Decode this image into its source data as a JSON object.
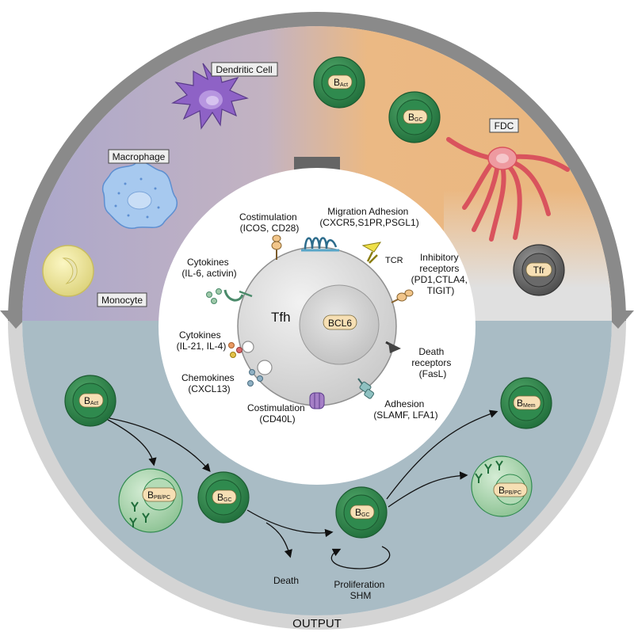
{
  "labels": {
    "dendritic_cell": "Dendritic Cell",
    "macrophage": "Macrophage",
    "monocyte": "Monocyte",
    "fdc": "FDC",
    "tfr": "Tfr",
    "tfh": "Tfh",
    "bcl6": "BCL6",
    "output": "OUTPUT",
    "death": "Death",
    "proliferation": "Proliferation",
    "shm": "SHM",
    "tcr": "TCR"
  },
  "b_cells": {
    "b": "B",
    "act": "Act",
    "gc": "GC",
    "mem": "Mem",
    "pbpc": "PB/PC"
  },
  "receptors": {
    "costim_top": [
      "Costimulation",
      "(ICOS, CD28)"
    ],
    "migration": [
      "Migration Adhesion",
      "(CXCR5,S1PR,PSGL1)"
    ],
    "inhibitory": [
      "Inhibitory",
      "receptors",
      "(PD1,CTLA4,",
      "TIGIT)"
    ],
    "cytokines_top": [
      "Cytokines",
      "(IL-6, activin)"
    ],
    "cytokines_bottom": [
      "Cytokines",
      "(IL-21, IL-4)"
    ],
    "death_rec": [
      "Death",
      "receptors",
      "(FasL)"
    ],
    "chemokines": [
      "Chemokines",
      "(CXCL13)"
    ],
    "costim_bottom": [
      "Costimulation",
      "(CD40L)"
    ],
    "adhesion": [
      "Adhesion",
      "(SLAMF, LFA1)"
    ]
  },
  "colors": {
    "ring_dark": "#8a8a8a",
    "ring_light": "#d4d4d4",
    "purple": "#a9a6cc",
    "orange": "#ebb984",
    "output_bg": "#a9bcc5",
    "b_cell": "#2f8a4e",
    "b_cell_light": "#9fcfa2",
    "label_chip": "#f6dfb4"
  }
}
